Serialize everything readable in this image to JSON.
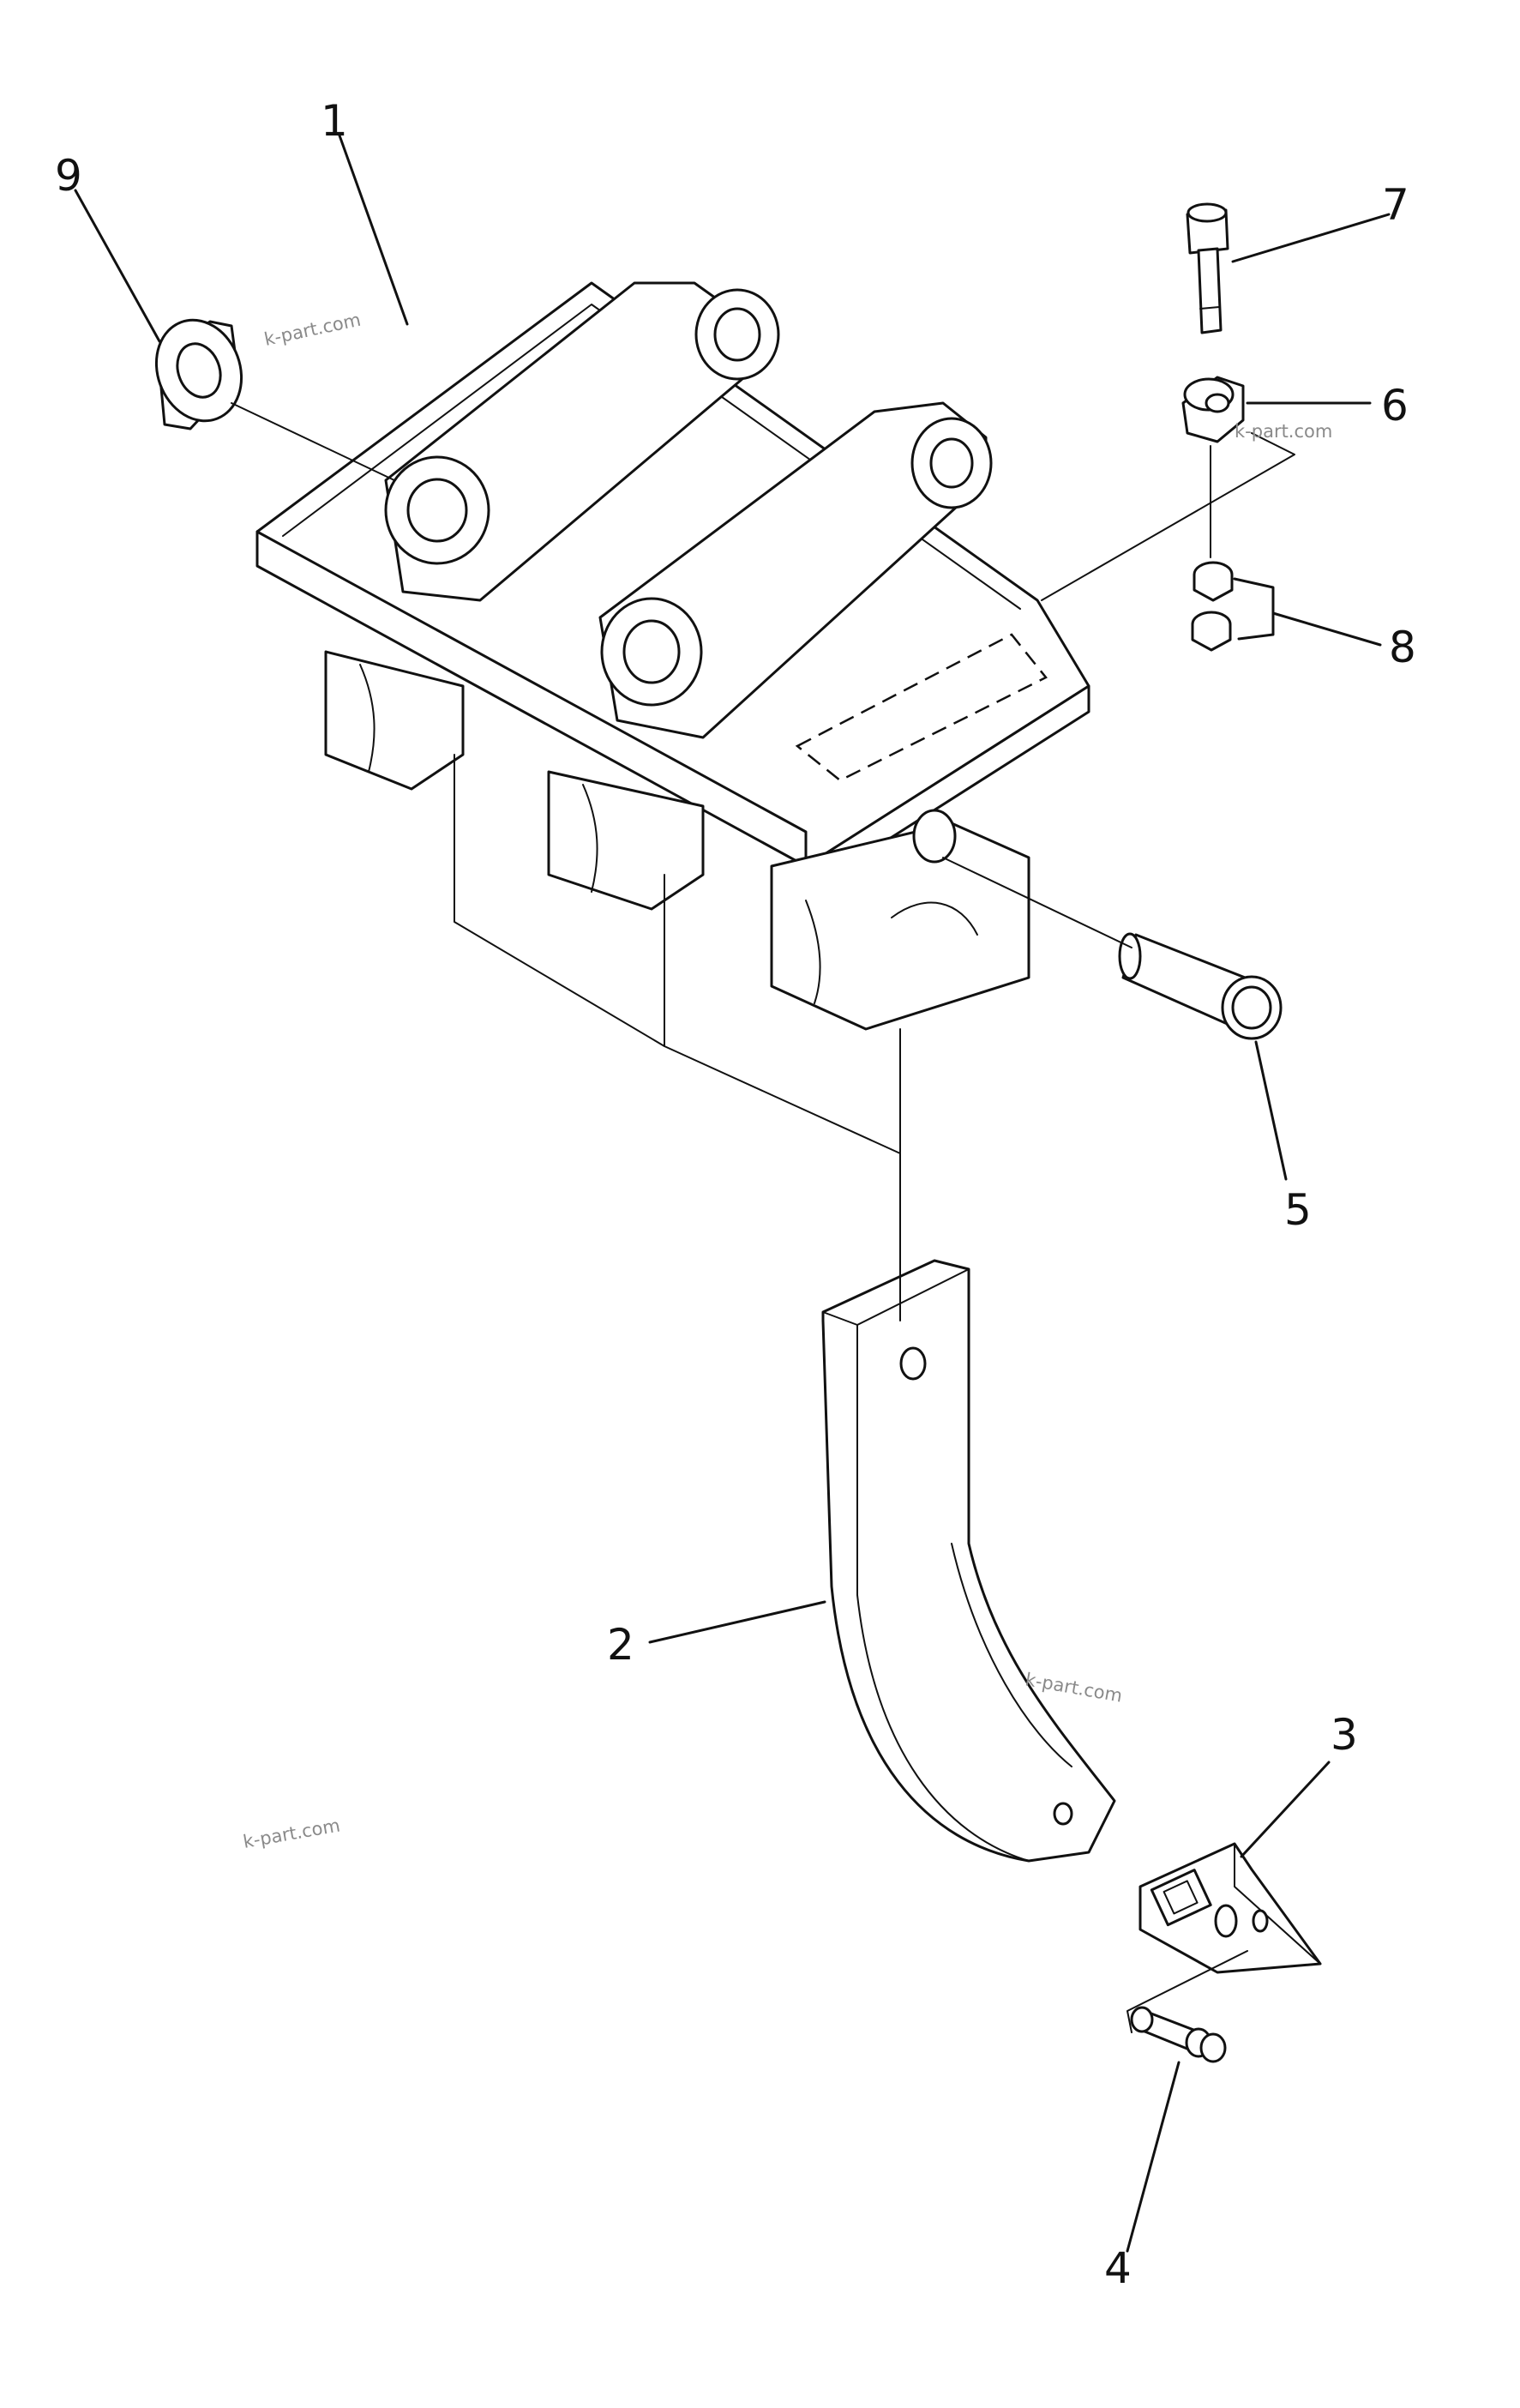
{
  "callouts": [
    "1",
    "2",
    "3",
    "4",
    "5",
    "6",
    "7",
    "8",
    "9"
  ],
  "watermarks": [
    "k-part.com",
    "k-part.com",
    "k-part.com",
    "k-part.com"
  ]
}
